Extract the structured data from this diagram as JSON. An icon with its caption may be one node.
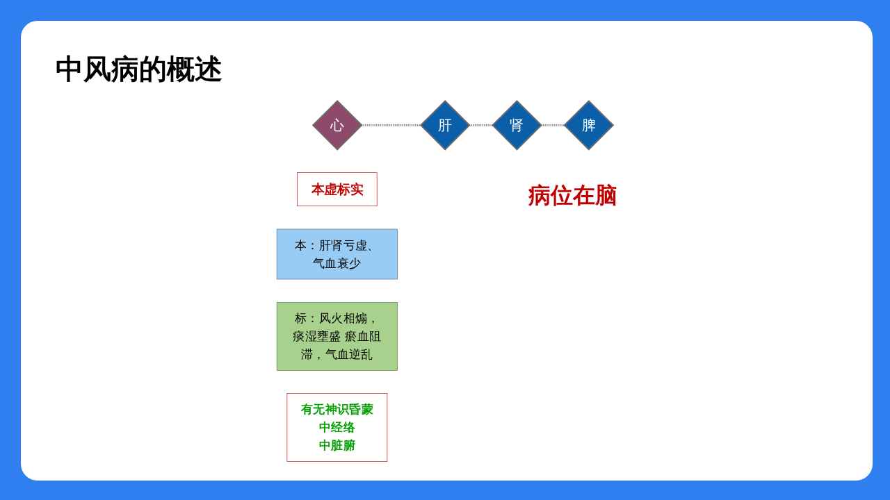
{
  "diagram": {
    "title": "中风病的概述",
    "nodes": [
      {
        "text": [
          "心"
        ]
      },
      {
        "text": [
          "肝"
        ]
      },
      {
        "text": [
          "肾"
        ]
      },
      {
        "text": [
          "脾"
        ]
      },
      {
        "text": [
          "本虚标实"
        ]
      },
      {
        "text": [
          "本：肝肾亏虚、气血衰少"
        ]
      },
      {
        "text": [
          "标：风火相煽，痰湿壅盛 瘀血阻滞，气血逆乱"
        ]
      },
      {
        "text": [
          "有无神识昏蒙",
          "中经络",
          "中脏腑"
        ]
      }
    ],
    "edges": [
      {
        "from": 0,
        "to": 1,
        "arrow": "none",
        "style": "dashed"
      },
      {
        "from": 1,
        "to": 2,
        "arrow": "none",
        "style": "dashed"
      },
      {
        "from": 2,
        "to": 3,
        "arrow": "none",
        "style": "dashed"
      }
    ],
    "labels": [
      "病位在脑"
    ]
  }
}
